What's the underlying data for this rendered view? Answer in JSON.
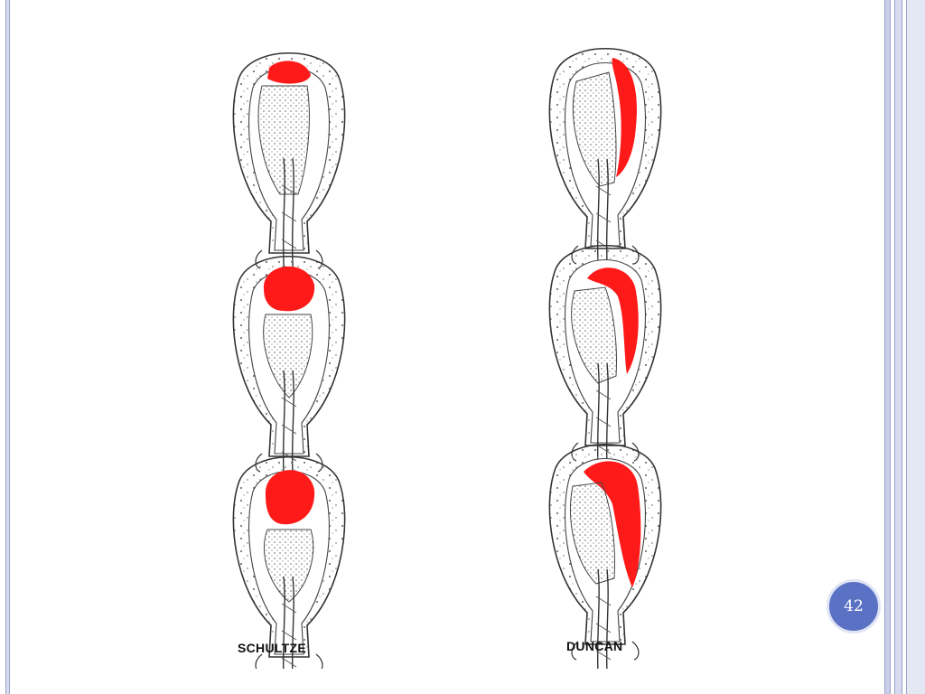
{
  "slide": {
    "page_number": "42",
    "accent_color": "#5b72c4",
    "blood_color": "#ff1a1a"
  },
  "figure": {
    "columns": [
      {
        "label": "SCHULTZE"
      },
      {
        "label": "DUNCAN"
      }
    ],
    "stages_per_column": 3
  }
}
